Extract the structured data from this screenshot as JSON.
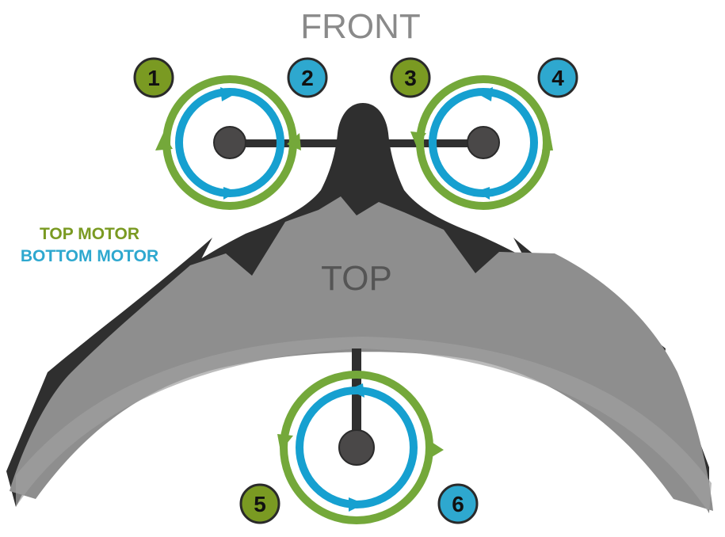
{
  "labels": {
    "front": "FRONT",
    "top": "TOP"
  },
  "legend": {
    "top_motor": "TOP MOTOR",
    "bottom_motor": "BOTTOM MOTOR"
  },
  "colors": {
    "top_motor": "#7a9a22",
    "top_motor_ring": "#74a83a",
    "bottom_motor": "#2ea8cf",
    "bottom_motor_ring": "#16a0d0",
    "frame_dark": "#2f2f2f",
    "wing_gray": "#8e8e8e",
    "hub": "#4a4848"
  },
  "motors": [
    {
      "number": "1",
      "type": "top"
    },
    {
      "number": "2",
      "type": "bottom"
    },
    {
      "number": "3",
      "type": "top"
    },
    {
      "number": "4",
      "type": "bottom"
    },
    {
      "number": "5",
      "type": "top"
    },
    {
      "number": "6",
      "type": "bottom"
    }
  ]
}
